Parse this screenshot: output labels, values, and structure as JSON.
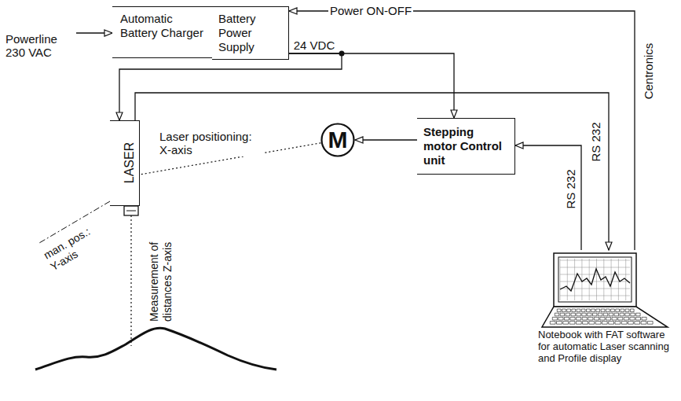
{
  "diagram": {
    "nodes": [
      {
        "text": [
          "Automatic Battery Charger"
        ]
      },
      {
        "text": [
          "Battery Power Supply"
        ]
      },
      {
        "text": [
          "LASER"
        ]
      },
      {
        "text": [
          "M"
        ]
      },
      {
        "text": [
          "Stepping motor Control unit"
        ]
      },
      {
        "text": [
          "Notebook with FAT software for automatic Laser scanning and Profile display"
        ]
      }
    ],
    "edges": [
      {
        "from": 5,
        "to": 1,
        "arrow": "to",
        "label": "Power ON-OFF"
      },
      {
        "from": 1,
        "to": 2,
        "arrow": "to"
      },
      {
        "from": 1,
        "to": 4,
        "arrow": "to",
        "label": "24 VDC"
      },
      {
        "from": 2,
        "to": 5,
        "arrow": "to",
        "label": "RS 232"
      },
      {
        "from": 5,
        "to": 4,
        "arrow": "to",
        "label": "RS 232"
      },
      {
        "from": 4,
        "to": 3,
        "arrow": "to"
      },
      {
        "from": 3,
        "to": 2,
        "arrow": "none",
        "label": "Laser positioning: X-axis"
      }
    ],
    "labels": [
      "Powerline 230 VAC",
      "Centronics",
      "man. pos.: Y-axis",
      "Measurement of distances Z-axis"
    ]
  }
}
